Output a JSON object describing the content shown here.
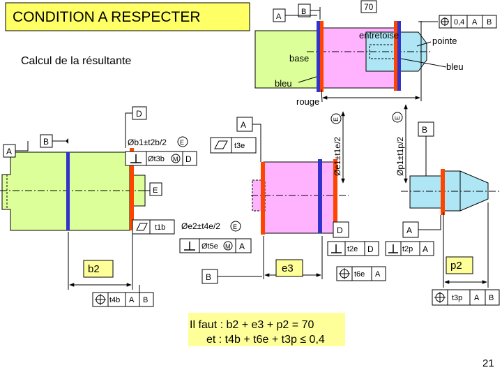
{
  "slide": {
    "title": "CONDITION A RESPECTER",
    "subtitle": "Calcul de la résultante",
    "page_number": "21"
  },
  "assembly": {
    "dim_70": "70",
    "ref_a": "A",
    "ref_b": "B",
    "frame_tol": "0,4",
    "frame_ref_a": "A",
    "frame_ref_b": "B",
    "label_entretoise": "entretoise",
    "label_pointe": "pointe",
    "label_base": "base",
    "label_bleu_right": "bleu",
    "label_bleu_center": "bleu",
    "label_rouge": "rouge"
  },
  "base_part": {
    "ref_d": "D",
    "ref_b": "B",
    "ref_a": "A",
    "dia_b1": "Øb1±t2b/2",
    "envelope_e1": "E",
    "perp_tol": "Øt3b",
    "perp_mmc": "M",
    "perp_ref": "D",
    "ref_e": "E",
    "flat_tol": "t1b",
    "dim_b2": "b2",
    "pos_tol": "t4b",
    "pos_ref_a": "A",
    "pos_ref_b": "B"
  },
  "spacer_part": {
    "ref_a": "A",
    "flat_tol": "t3e",
    "dia_e1": "Øe1±t1e/2",
    "envelope_e1": "E",
    "dia_e2": "Øe2±t4e/2",
    "envelope_e2": "E",
    "perp_tol": "Øt5e",
    "perp_mmc": "M",
    "perp_ref": "A",
    "ref_b": "B",
    "dim_e3": "e3",
    "ref_d": "D",
    "perp2_tol": "t2e",
    "perp2_ref": "D",
    "pos_tol": "t6e",
    "pos_ref": "A"
  },
  "tip_part": {
    "dia_p1": "Øp1±t1p/2",
    "envelope_e": "E",
    "ref_b": "B",
    "ref_a": "A",
    "perp_tol": "t2p",
    "perp_ref": "A",
    "dim_p2": "p2",
    "pos_tol": "t3p",
    "pos_ref_a": "A",
    "pos_ref_b": "B"
  },
  "condition": {
    "line1": "Il faut : b2 + e3 + p2 = 70",
    "line2": "et : t4b + t6e + t3p ≤ 0,4"
  },
  "colors": {
    "base_green": "#ddff99",
    "spacer_pink": "#ffb3ff",
    "tip_blue": "#aee6f5",
    "surface_red": "#ff4400",
    "surface_blue": "#3333cc"
  }
}
